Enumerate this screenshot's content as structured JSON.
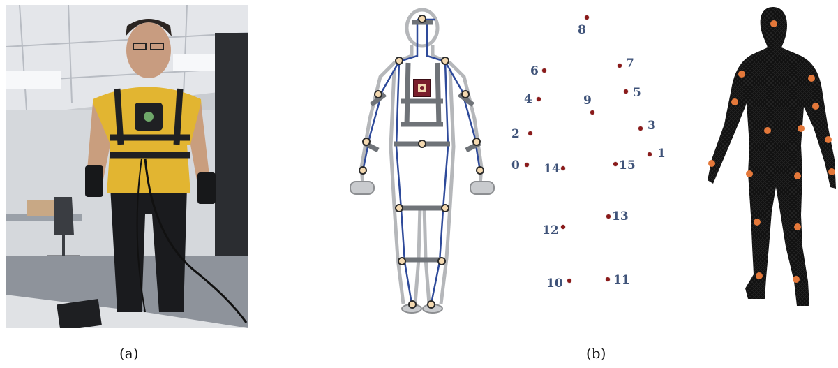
{
  "captions": {
    "a": "(a)",
    "b": "(b)"
  },
  "photo": {
    "description_icon": "person-wearing-motion-capture-suit"
  },
  "diagram": {
    "icon": "body-sensor-placement-diagram"
  },
  "joint_points": [
    {
      "id": "8",
      "label": "8"
    },
    {
      "id": "7",
      "label": "7"
    },
    {
      "id": "6",
      "label": "6"
    },
    {
      "id": "5",
      "label": "5"
    },
    {
      "id": "4",
      "label": "4"
    },
    {
      "id": "9",
      "label": "9"
    },
    {
      "id": "3",
      "label": "3"
    },
    {
      "id": "2",
      "label": "2"
    },
    {
      "id": "1",
      "label": "1"
    },
    {
      "id": "0",
      "label": "0"
    },
    {
      "id": "14",
      "label": "14"
    },
    {
      "id": "15",
      "label": "15"
    },
    {
      "id": "13",
      "label": "13"
    },
    {
      "id": "12",
      "label": "12"
    },
    {
      "id": "10",
      "label": "10"
    },
    {
      "id": "11",
      "label": "11"
    }
  ],
  "mesh": {
    "icon": "body-mesh-with-joint-markers",
    "marker_color": "#e4783a",
    "body_color": "#111111"
  },
  "colors": {
    "label_blue": "#3f5379",
    "dot_red": "#8b1a1a",
    "joint_fill": "#f4d9b0",
    "limb_blue": "#2e4a9a"
  }
}
